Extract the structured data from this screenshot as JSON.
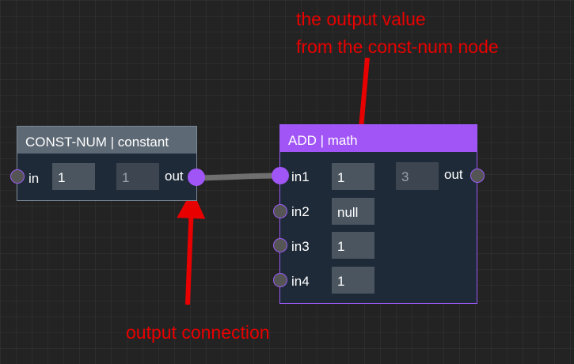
{
  "nodes": {
    "const_num": {
      "title": "CONST-NUM | constant",
      "in_label": "in",
      "in_value": "1",
      "out_value": "1",
      "out_label": "out"
    },
    "add": {
      "title": "ADD | math",
      "inputs": [
        {
          "label": "in1",
          "value": "1"
        },
        {
          "label": "in2",
          "value": "null"
        },
        {
          "label": "in3",
          "value": "1"
        },
        {
          "label": "in4",
          "value": "1"
        }
      ],
      "out_value": "3",
      "out_label": "out"
    }
  },
  "annotations": {
    "top_line1": "the output value",
    "top_line2": "from the const-num node",
    "bottom": "output connection"
  },
  "colors": {
    "background": "#232323",
    "const_header": "#5d6975",
    "add_header": "#a155f6",
    "port_active": "#a055f6",
    "annotation": "#e80000"
  }
}
